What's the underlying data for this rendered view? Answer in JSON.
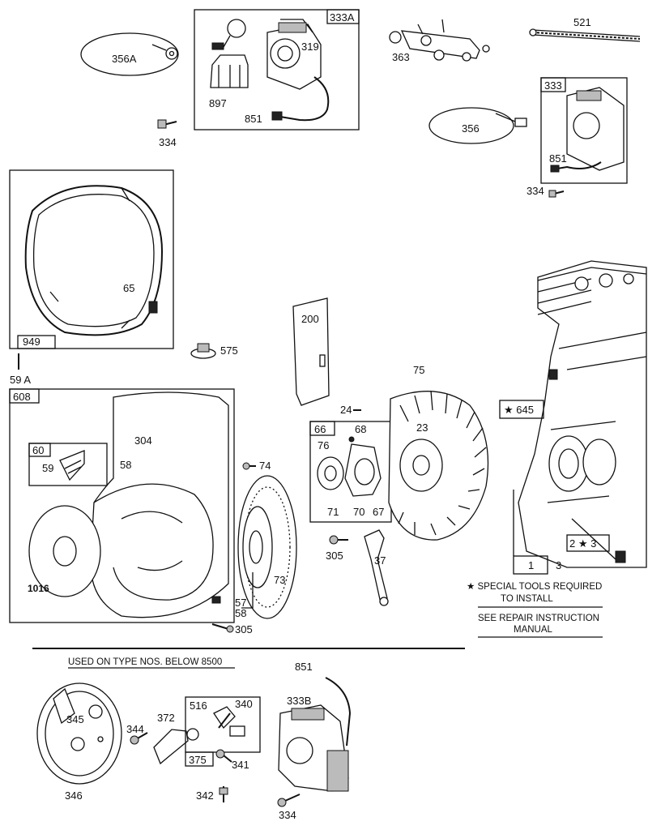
{
  "labels": {
    "l356A": "356A",
    "l333A": "333A",
    "l319": "319",
    "l897": "897",
    "l851a": "851",
    "l334a": "334",
    "l363": "363",
    "l521": "521",
    "l333": "333",
    "l356": "356",
    "l851b": "851",
    "l334b": "334",
    "l949": "949",
    "l65": "65",
    "l575": "575",
    "l59A": "59 A",
    "l608": "608",
    "l304": "304",
    "l60": "60",
    "l59": "59",
    "l58a": "58",
    "l74": "74",
    "l1016": "1016",
    "l73": "73",
    "l57": "57",
    "l58b": "58",
    "l305a": "305",
    "l200": "200",
    "l24": "24",
    "l75": "75",
    "l23": "23",
    "l66": "66",
    "l68": "68",
    "l76": "76",
    "l71": "71",
    "l70": "70",
    "l67": "67",
    "l305b": "305",
    "l37": "37",
    "l645": "★ 645",
    "l1": "1",
    "l3a": "3",
    "l2": "2 ★ 3",
    "l851c": "851",
    "l333B": "333B",
    "l345": "345",
    "l344": "344",
    "l372": "372",
    "l516": "516",
    "l340": "340",
    "l375": "375",
    "l341": "341",
    "l346": "346",
    "l342": "342",
    "l334c": "334"
  },
  "notes": {
    "special_tools_1": "★ SPECIAL TOOLS REQUIRED",
    "special_tools_2": "TO INSTALL",
    "repair_1": "SEE REPAIR INSTRUCTION",
    "repair_2": "MANUAL",
    "used_on": "USED ON TYPE NOS. BELOW 8500"
  }
}
